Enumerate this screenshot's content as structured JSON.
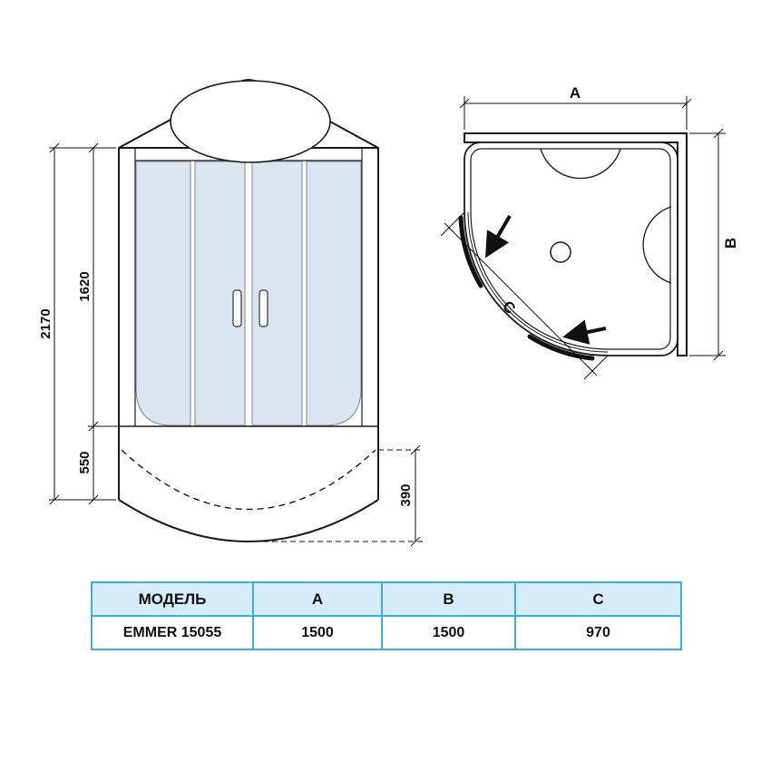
{
  "front_view": {
    "dim_total_height": "2170",
    "dim_glass_height": "1620",
    "dim_base_height": "550",
    "dim_tray_height": "390"
  },
  "top_view": {
    "dim_width_label": "A",
    "dim_depth_label": "B",
    "dim_front_label": "C"
  },
  "spec_table": {
    "headers": {
      "model": "МОДЕЛЬ",
      "a": "A",
      "b": "B",
      "c": "C"
    },
    "row": {
      "model": "EMMER 15055",
      "a": "1500",
      "b": "1500",
      "c": "970"
    }
  },
  "colors": {
    "table_border": "#3ab0e2",
    "table_header_bg": "#d6edf9",
    "glass_fill": "#dae5ef",
    "line": "#1a1a1a"
  }
}
